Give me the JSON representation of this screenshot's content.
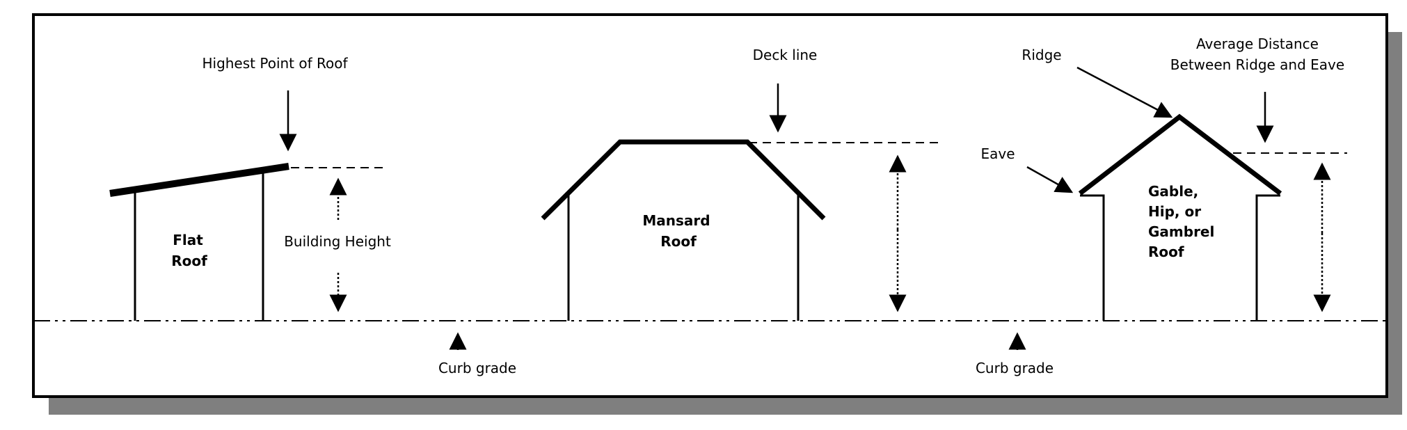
{
  "labels": {
    "highest_point": "Highest Point of Roof",
    "building_height": "Building Height",
    "flat_roof": [
      "Flat",
      "Roof"
    ],
    "curb_grade_left": "Curb grade",
    "deck_line": "Deck line",
    "mansard_roof": [
      "Mansard",
      "Roof"
    ],
    "ridge": "Ridge",
    "average_distance": [
      "Average Distance",
      "Between Ridge and Eave"
    ],
    "eave": "Eave",
    "gable_roof": [
      "Gable,",
      "Hip, or",
      "Gambrel",
      "Roof"
    ],
    "curb_grade_right": "Curb grade"
  }
}
